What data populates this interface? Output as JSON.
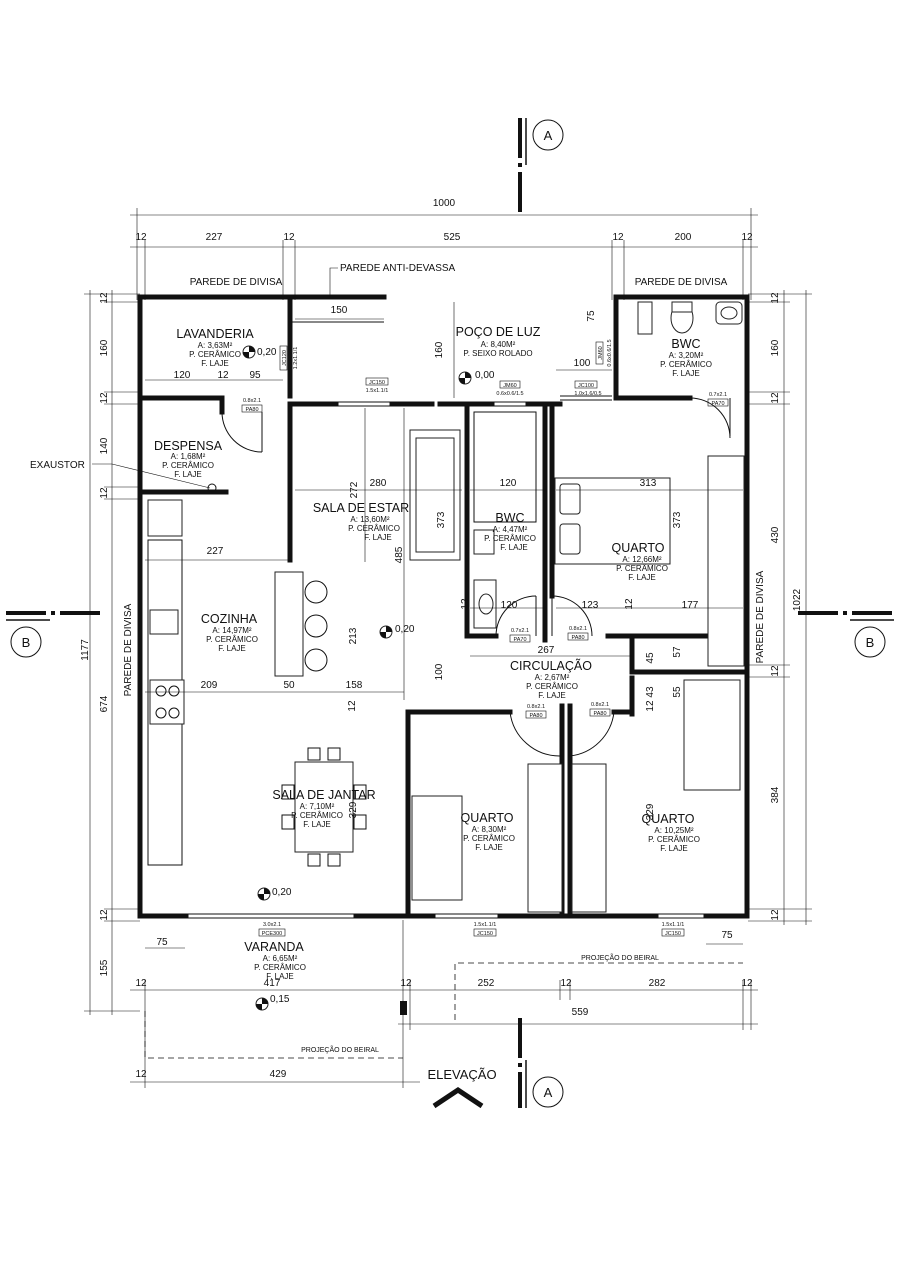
{
  "rooms": {
    "lavanderia": {
      "name": "LAVANDERIA",
      "area": "A: 3,63M²",
      "floor": "P. CERÂMICO",
      "ceiling": "F. LAJE"
    },
    "poco_luz": {
      "name": "POÇO DE LUZ",
      "area": "A: 8,40M²",
      "floor": "P. SEIXO ROLADO"
    },
    "bwc_top": {
      "name": "BWC",
      "area": "A: 3,20M²",
      "floor": "P. CERÂMICO",
      "ceiling": "F. LAJE"
    },
    "despensa": {
      "name": "DESPENSA",
      "area": "A: 1,68M²",
      "floor": "P. CERÂMICO",
      "ceiling": "F. LAJE"
    },
    "sala_estar": {
      "name": "SALA DE ESTAR",
      "area": "A: 13,60M²",
      "floor": "P. CERÂMICO",
      "ceiling": "F. LAJE"
    },
    "bwc_mid": {
      "name": "BWC",
      "area": "A: 4,47M²",
      "floor": "P. CERÂMICO",
      "ceiling": "F. LAJE"
    },
    "quarto1": {
      "name": "QUARTO",
      "area": "A: 12,66M²",
      "floor": "P. CERÂMICO",
      "ceiling": "F. LAJE"
    },
    "cozinha": {
      "name": "COZINHA",
      "area": "A: 14,97M²",
      "floor": "P. CERÂMICO",
      "ceiling": "F. LAJE"
    },
    "circulacao": {
      "name": "CIRCULAÇÃO",
      "area": "A: 2,67M²",
      "floor": "P. CERÂMICO",
      "ceiling": "F. LAJE"
    },
    "sala_jantar": {
      "name": "SALA DE JANTAR",
      "area": "A: 7,10M²",
      "floor": "P. CERÂMICO",
      "ceiling": "F. LAJE"
    },
    "quarto2": {
      "name": "QUARTO",
      "area": "A: 8,30M²",
      "floor": "P. CERÂMICO",
      "ceiling": "F. LAJE"
    },
    "quarto3": {
      "name": "QUARTO",
      "area": "A: 10,25M²",
      "floor": "P. CERÂMICO",
      "ceiling": "F. LAJE"
    },
    "varanda": {
      "name": "VARANDA",
      "area": "A: 6,65M²",
      "floor": "P. CERÂMICO",
      "ceiling": "F. LAJE"
    }
  },
  "labels": {
    "parede_divisa": "PAREDE DE DIVISA",
    "parede_anti": "PAREDE ANTI-DEVASSA",
    "exaustor": "EXAUSTOR",
    "projecao_beiral": "PROJEÇÃO DO BEIRAL",
    "elevacao": "ELEVAÇÃO",
    "section_a": "A",
    "section_b": "B"
  },
  "levels": {
    "l020": "0,20",
    "l000": "0,00",
    "l015": "0,15"
  },
  "dimensions": {
    "overall_width": "1000",
    "overall_height": "1177",
    "right_total": "1022",
    "top": [
      "12",
      "227",
      "12",
      "525",
      "12",
      "200",
      "12"
    ],
    "left": [
      "12",
      "160",
      "12",
      "140",
      "12",
      "674",
      "12",
      "155"
    ],
    "right": [
      "12",
      "160",
      "12",
      "430",
      "12",
      "384",
      "12"
    ],
    "bottom_row1": [
      "12",
      "417",
      "12",
      "252",
      "12",
      "282",
      "12"
    ],
    "bottom_total": "559",
    "bottom_left": [
      "12",
      "429"
    ],
    "interior": {
      "d150": "150",
      "d75": "75",
      "d160": "160",
      "d100": "100",
      "d120a": "120",
      "d12a": "12",
      "d95": "95",
      "d280": "280",
      "d272": "272",
      "d373a": "373",
      "d485": "485",
      "d120b": "120",
      "d313": "313",
      "d373b": "373",
      "d227": "227",
      "d120c": "120",
      "d123": "123",
      "d177": "177",
      "d267": "267",
      "d45": "45",
      "d57": "57",
      "d213": "213",
      "d100b": "100",
      "d43": "43",
      "d55": "55",
      "d209": "209",
      "d50": "50",
      "d158": "158",
      "d329a": "329",
      "d329b": "329",
      "d75b": "75",
      "d75c": "75",
      "d12b": "12",
      "d12c": "12",
      "d12d": "12",
      "d12e": "12"
    }
  },
  "frames": {
    "jc150a": "JC150",
    "jc150a_size": "1.5x1.1/1",
    "jm60": "JM60",
    "jm60_size": "0.6x0.6/1.5",
    "jc100": "JC100",
    "jc100_size": "1.0x1.6/0.5",
    "jm60v": "JM60",
    "jm60v_size": "0.6x0.6/1.5",
    "jc120v": "JC120",
    "jc120v_size": "1.2x1.1/1",
    "p80a": "PA80",
    "p80a_size": "0.8x2.1",
    "p70a": "PA70",
    "p70a_size": "0.7x2.1",
    "p70b": "PA70",
    "p70b_size": "0.7x2.1",
    "p80b": "PA80",
    "p80b_size": "0.8x2.1",
    "p80c": "PA80",
    "p80c_size": "0.8x2.1",
    "p80d": "PA80",
    "p80d_size": "0.8x2.1",
    "pce": "PCE300",
    "pce_size": "3.0x2.1",
    "jc150b": "JC150",
    "jc150b_size": "1.5x1.1/1",
    "jc150c": "JC150",
    "jc150c_size": "1.5x1.1/1"
  }
}
